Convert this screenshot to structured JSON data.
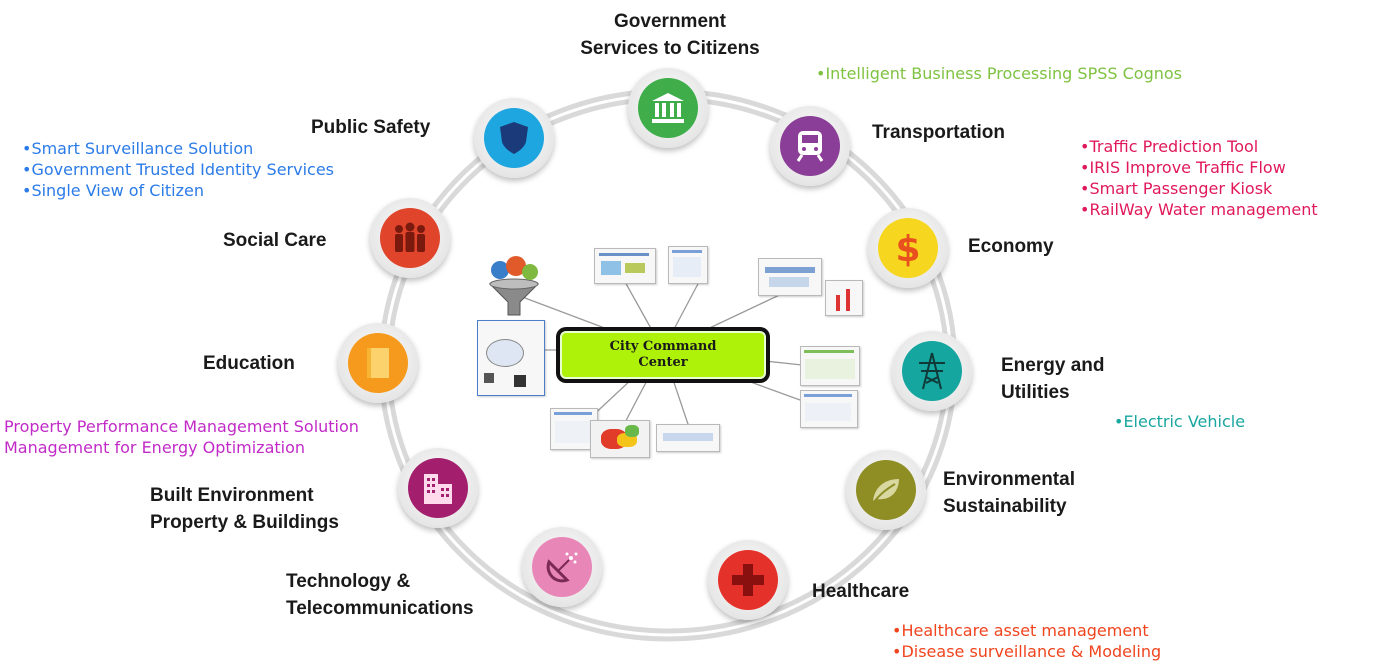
{
  "center": {
    "label": "City Command Center"
  },
  "nodes": {
    "government": {
      "label_line1": "Government",
      "label_line2": "Services to Citizens",
      "icon": "bank-building-icon",
      "color": "#3fae4a"
    },
    "transportation": {
      "label": "Transportation",
      "icon": "train-icon",
      "color": "#8b3e97"
    },
    "economy": {
      "label": "Economy",
      "icon": "dollar-icon",
      "color": "#f6d61e"
    },
    "energy": {
      "label_line1": "Energy and",
      "label_line2": "Utilities",
      "icon": "power-tower-icon",
      "color": "#15a6a0"
    },
    "environment": {
      "label_line1": "Environmental",
      "label_line2": "Sustainability",
      "icon": "leaf-icon",
      "color": "#8e8e25"
    },
    "healthcare": {
      "label": "Healthcare",
      "icon": "medical-cross-icon",
      "color": "#e4322b"
    },
    "technology": {
      "label_line1": "Technology &",
      "label_line2": "Telecommunications",
      "icon": "satellite-dish-icon",
      "color": "#e986b8"
    },
    "built": {
      "label_line1": "Built Environment",
      "label_line2": "Property & Buildings",
      "icon": "building-icon",
      "color": "#a31f6e"
    },
    "education": {
      "label": "Education",
      "icon": "book-icon",
      "color": "#f59a1d"
    },
    "social": {
      "label": "Social Care",
      "icon": "people-icon",
      "color": "#e0442b"
    },
    "safety": {
      "label": "Public Safety",
      "icon": "shield-icon",
      "color": "#1ea6e0"
    }
  },
  "bullets": {
    "government": {
      "color": "#7ec241",
      "items": [
        "•Intelligent Business Processing SPSS Cognos"
      ]
    },
    "transportation": {
      "color": "#e0195a",
      "items": [
        "•Traffic Prediction Tool",
        "•IRIS Improve Traffic Flow",
        "•Smart Passenger Kiosk",
        "•RailWay Water management"
      ]
    },
    "energy": {
      "color": "#19a6a0",
      "items": [
        "•Electric Vehicle"
      ]
    },
    "healthcare": {
      "color": "#f0441e",
      "items": [
        "•Healthcare asset management",
        "•Disease surveillance & Modeling"
      ]
    },
    "safety": {
      "color": "#2b7be8",
      "items": [
        "•Smart Surveillance Solution",
        "•Government Trusted Identity Services",
        "•Single View of Citizen"
      ]
    },
    "education": {
      "color": "#c22ac8",
      "items": [
        "Property Performance Management Solution",
        "Management for Energy Optimization"
      ]
    }
  }
}
